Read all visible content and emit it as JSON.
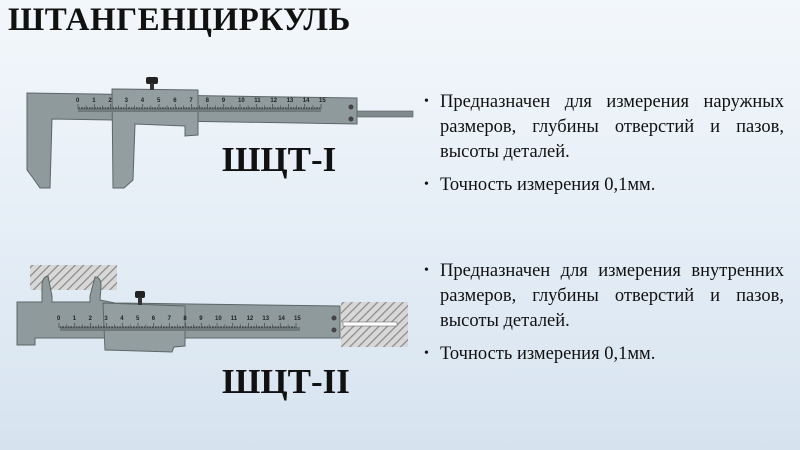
{
  "title": "ШТАНГЕНЦИРКУЛЬ",
  "models": [
    {
      "label": "ШЦТ-I",
      "bullets": [
        "Предназначен для измерения наружных размеров, глубины отверстий и пазов, высоты деталей.",
        "Точность измерения 0,1мм."
      ]
    },
    {
      "label": "ШЦТ-II",
      "bullets": [
        "Предназначен для измерения внутренних размеров, глубины отверстий и пазов, высоты деталей.",
        "Точность измерения 0,1мм."
      ]
    }
  ],
  "scale_labels": [
    "0",
    "1",
    "2",
    "3",
    "4",
    "5",
    "6",
    "7",
    "8",
    "9",
    "10",
    "11",
    "12",
    "13",
    "14",
    "15"
  ],
  "colors": {
    "metal": "#8f9a9c",
    "metal_dark": "#5d6668",
    "hatch": "#9a9a9a"
  }
}
